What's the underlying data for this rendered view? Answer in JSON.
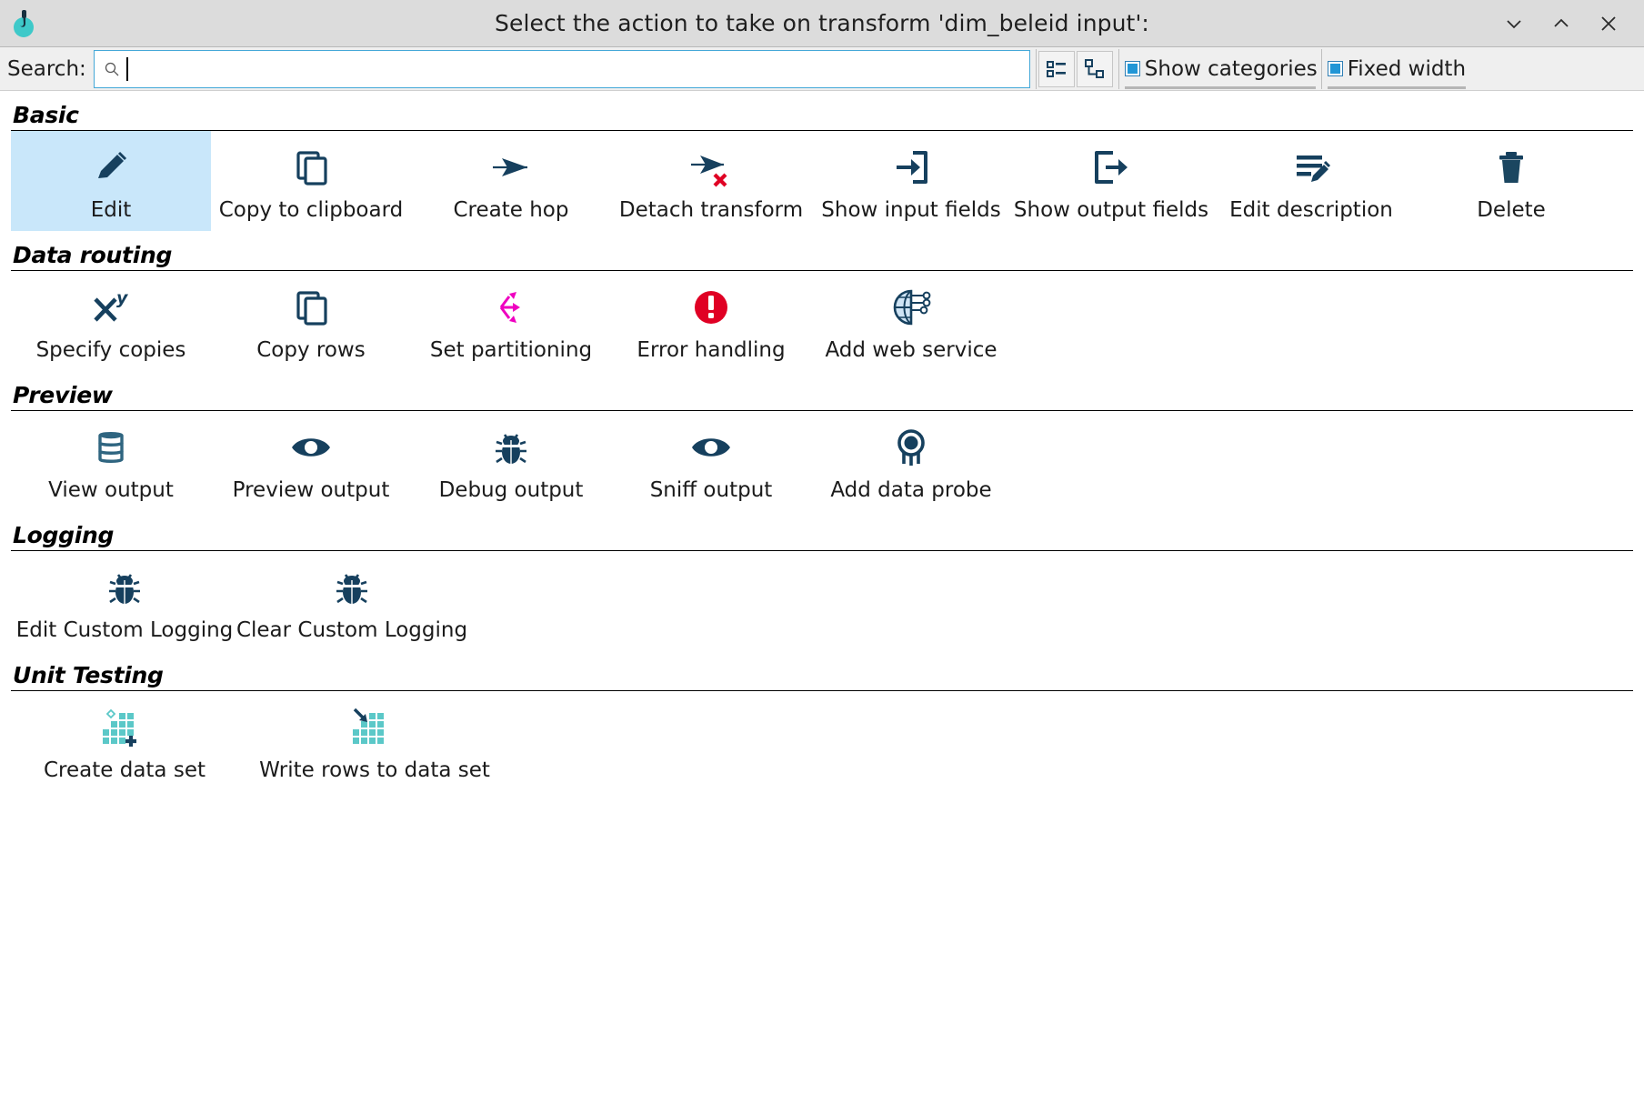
{
  "window": {
    "title": "Select the action to take on transform 'dim_beleid input':",
    "logo_icon": "hop-logo-icon",
    "controls": [
      {
        "name": "minimize-button",
        "icon": "chevron-down-icon",
        "glyph": "⌄"
      },
      {
        "name": "maximize-button",
        "icon": "chevron-up-icon",
        "glyph": "⌃"
      },
      {
        "name": "close-button",
        "icon": "close-icon",
        "glyph": "×"
      }
    ]
  },
  "search": {
    "label": "Search:",
    "value": "",
    "placeholder": "",
    "icon": "search-icon"
  },
  "toolbar": {
    "view_buttons": [
      {
        "name": "list-view-button",
        "icon": "list-view-icon"
      },
      {
        "name": "tree-view-button",
        "icon": "tree-view-icon"
      }
    ],
    "checkboxes": [
      {
        "name": "show-categories-checkbox",
        "label": "Show categories",
        "checked": true
      },
      {
        "name": "fixed-width-checkbox",
        "label": "Fixed width",
        "checked": true
      }
    ]
  },
  "colors": {
    "accent": "#1a4060",
    "selection": "#c9e7fa",
    "error": "#e00024",
    "partition": "#ef00c0",
    "dataset": "#5bc8c8",
    "titlebar": "#dcdcdc"
  },
  "categories": [
    {
      "name": "Basic",
      "items": [
        {
          "label": "Edit",
          "icon": "pencil-icon",
          "selected": true
        },
        {
          "label": "Copy to clipboard",
          "icon": "copy-icon",
          "selected": false
        },
        {
          "label": "Create hop",
          "icon": "hop-arrow-icon",
          "selected": false
        },
        {
          "label": "Detach transform",
          "icon": "detach-arrow-x-icon",
          "selected": false
        },
        {
          "label": "Show input fields",
          "icon": "input-fields-icon",
          "selected": false
        },
        {
          "label": "Show output fields",
          "icon": "output-fields-icon",
          "selected": false
        },
        {
          "label": "Edit description",
          "icon": "description-pencil-icon",
          "selected": false
        },
        {
          "label": "Delete",
          "icon": "trash-icon",
          "selected": false
        }
      ]
    },
    {
      "name": "Data routing",
      "items": [
        {
          "label": "Specify copies",
          "icon": "x-power-y-icon",
          "selected": false
        },
        {
          "label": "Copy rows",
          "icon": "copy-icon",
          "selected": false
        },
        {
          "label": "Set partitioning",
          "icon": "partitioning-arrows-icon",
          "selected": false
        },
        {
          "label": "Error handling",
          "icon": "error-circle-icon",
          "selected": false
        },
        {
          "label": "Add web service",
          "icon": "globe-network-icon",
          "selected": false
        }
      ]
    },
    {
      "name": "Preview",
      "items": [
        {
          "label": "View output",
          "icon": "database-icon",
          "selected": false
        },
        {
          "label": "Preview output",
          "icon": "eye-icon",
          "selected": false
        },
        {
          "label": "Debug output",
          "icon": "bug-icon",
          "selected": false
        },
        {
          "label": "Sniff output",
          "icon": "eye-icon",
          "selected": false
        },
        {
          "label": "Add data probe",
          "icon": "data-probe-icon",
          "selected": false
        }
      ]
    },
    {
      "name": "Logging",
      "items": [
        {
          "label": "Edit Custom Logging",
          "icon": "bug-icon",
          "selected": false
        },
        {
          "label": "Clear Custom Logging",
          "icon": "bug-icon",
          "selected": false
        }
      ]
    },
    {
      "name": "Unit Testing",
      "items": [
        {
          "label": "Create data set",
          "icon": "create-dataset-icon",
          "selected": false
        },
        {
          "label": "Write rows to data set",
          "icon": "write-dataset-icon",
          "selected": false
        }
      ]
    }
  ]
}
